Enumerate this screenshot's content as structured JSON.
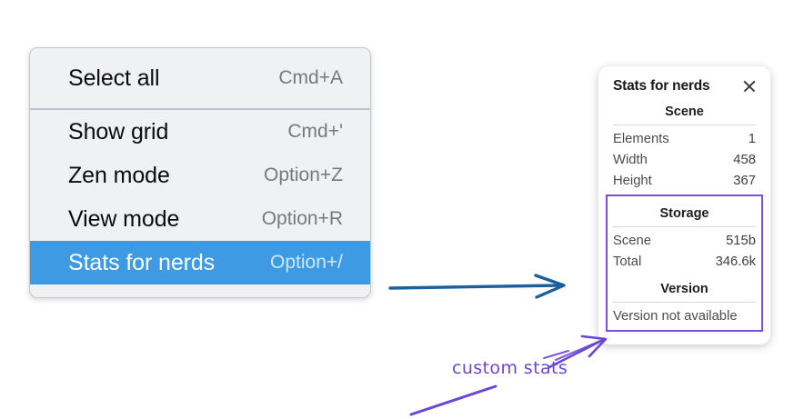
{
  "menu": {
    "groups": [
      {
        "items": [
          {
            "label": "Select all",
            "shortcut": "Cmd+A",
            "selected": false
          }
        ]
      },
      {
        "items": [
          {
            "label": "Show grid",
            "shortcut": "Cmd+'",
            "selected": false
          },
          {
            "label": "Zen mode",
            "shortcut": "Option+Z",
            "selected": false
          },
          {
            "label": "View mode",
            "shortcut": "Option+R",
            "selected": false
          },
          {
            "label": "Stats for nerds",
            "shortcut": "Option+/",
            "selected": true
          }
        ]
      }
    ],
    "selected_color": "#3d9ae3"
  },
  "stats_panel": {
    "title": "Stats for nerds",
    "close_icon": "close-icon",
    "sections": [
      {
        "heading": "Scene",
        "rows": [
          {
            "key": "Elements",
            "value": "1"
          },
          {
            "key": "Width",
            "value": "458"
          },
          {
            "key": "Height",
            "value": "367"
          }
        ]
      },
      {
        "heading": "Storage",
        "rows": [
          {
            "key": "Scene",
            "value": "515b"
          },
          {
            "key": "Total",
            "value": "346.6k"
          }
        ]
      },
      {
        "heading": "Version",
        "note": "Version not available"
      }
    ],
    "highlight_color": "#7c4dd8"
  },
  "annotations": {
    "label": "custom stats",
    "label_color": "#6a46d6",
    "arrow_blue_color": "#1c5f9e",
    "arrow_purple_color": "#6a46d6"
  }
}
